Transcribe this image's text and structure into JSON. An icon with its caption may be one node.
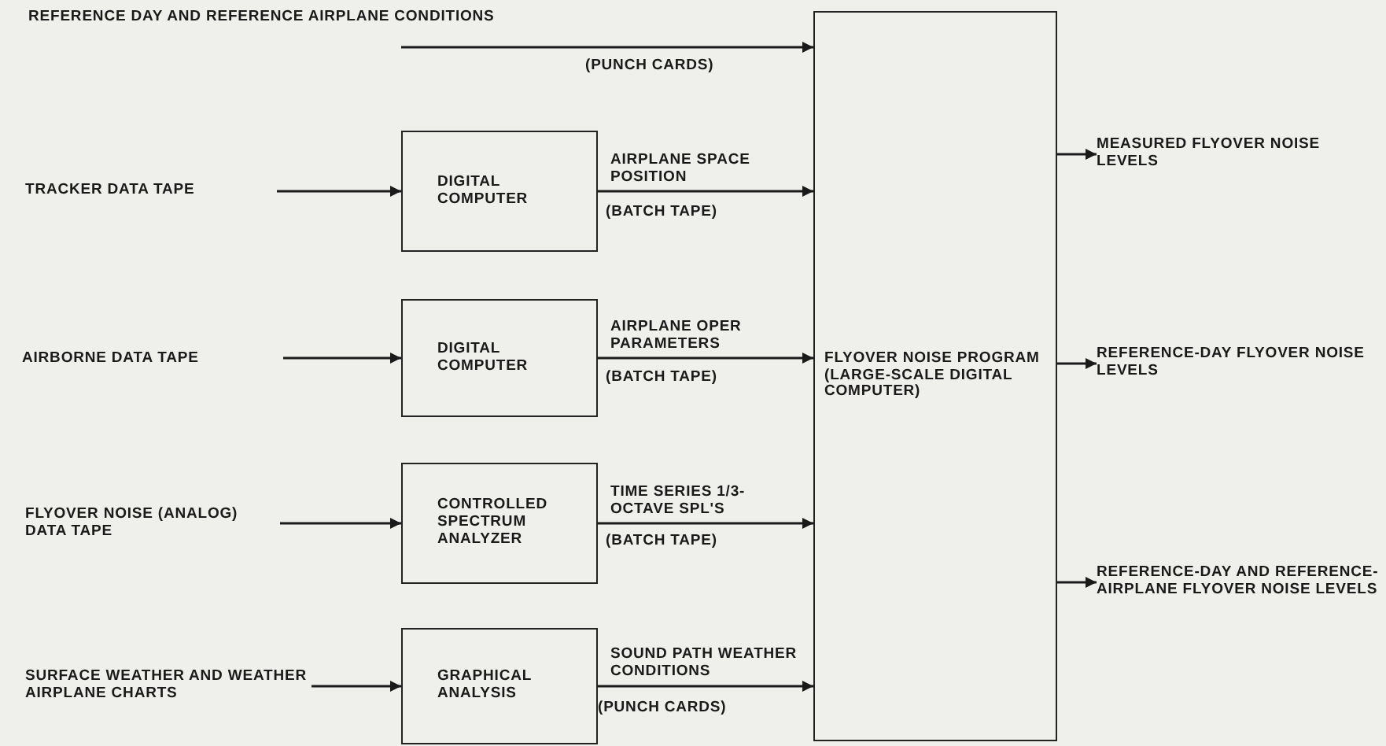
{
  "diagram": {
    "nodes": [
      {
        "text": [
          "REFERENCE DAY AND REFERENCE AIRPLANE CONDITIONS"
        ]
      },
      {
        "text": [
          "TRACKER DATA TAPE"
        ]
      },
      {
        "text": [
          "DIGITAL COMPUTER"
        ]
      },
      {
        "text": [
          "AIRBORNE DATA TAPE"
        ]
      },
      {
        "text": [
          "DIGITAL COMPUTER"
        ]
      },
      {
        "text": [
          "FLYOVER NOISE (ANALOG) DATA TAPE"
        ]
      },
      {
        "text": [
          "CONTROLLED SPECTRUM ANALYZER"
        ]
      },
      {
        "text": [
          "SURFACE WEATHER AND WEATHER AIRPLANE CHARTS"
        ]
      },
      {
        "text": [
          "GRAPHICAL ANALYSIS"
        ]
      },
      {
        "text": [
          "FLYOVER NOISE PROGRAM (LARGE-SCALE DIGITAL COMPUTER)"
        ]
      },
      {
        "text": [
          "MEASURED FLYOVER NOISE LEVELS"
        ]
      },
      {
        "text": [
          "REFERENCE-DAY FLYOVER NOISE LEVELS"
        ]
      },
      {
        "text": [
          "REFERENCE-DAY AND REFERENCE-AIRPLANE FLYOVER NOISE LEVELS"
        ]
      }
    ],
    "edges": [
      {
        "from": 0,
        "to": 9,
        "arrow": "to"
      },
      {
        "from": 1,
        "to": 2,
        "arrow": "to"
      },
      {
        "from": 2,
        "to": 9,
        "arrow": "to",
        "label": "AIRPLANE SPACE POSITION"
      },
      {
        "from": 3,
        "to": 4,
        "arrow": "to"
      },
      {
        "from": 4,
        "to": 9,
        "arrow": "to",
        "label": "AIRPLANE OPER PARAMETERS"
      },
      {
        "from": 5,
        "to": 6,
        "arrow": "to"
      },
      {
        "from": 6,
        "to": 9,
        "arrow": "to",
        "label": "TIME SERIES 1/3-OCTAVE SPL'S"
      },
      {
        "from": 7,
        "to": 8,
        "arrow": "to"
      },
      {
        "from": 8,
        "to": 9,
        "arrow": "to",
        "label": "SOUND PATH WEATHER CONDITIONS"
      },
      {
        "from": 9,
        "to": 10,
        "arrow": "to"
      },
      {
        "from": 9,
        "to": 11,
        "arrow": "to"
      },
      {
        "from": 9,
        "to": 12,
        "arrow": "to"
      }
    ],
    "labels": [
      "(PUNCH CARDS)",
      "(BATCH TAPE)",
      "(BATCH TAPE)",
      "(BATCH TAPE)",
      "(PUNCH CARDS)"
    ]
  }
}
